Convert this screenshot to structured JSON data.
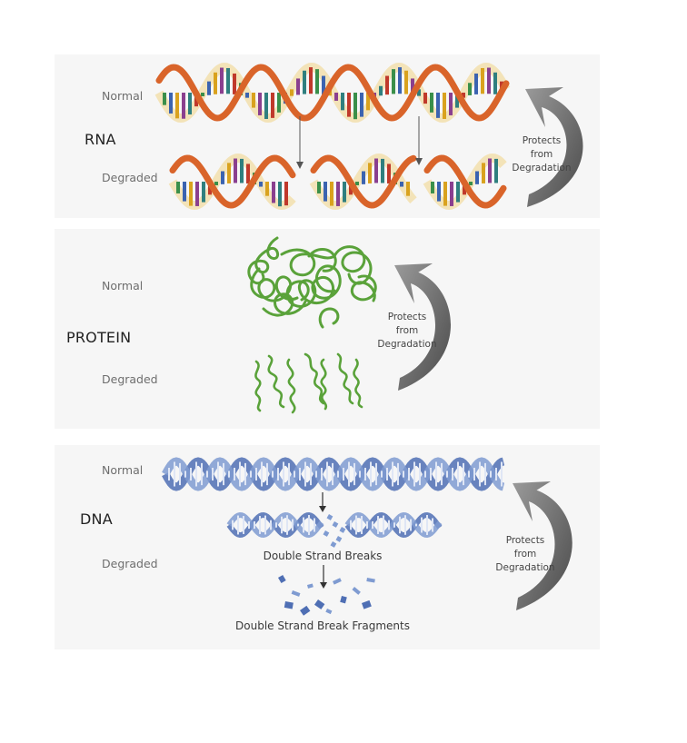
{
  "rna": {
    "heading": "RNA",
    "normal_label": "Normal",
    "degraded_label": "Degraded",
    "protects": [
      "Protects",
      "from",
      "Degradation"
    ]
  },
  "protein": {
    "heading": "PROTEIN",
    "normal_label": "Normal",
    "degraded_label": "Degraded",
    "protects": [
      "Protects",
      "from",
      "Degradation"
    ]
  },
  "dna": {
    "heading": "DNA",
    "normal_label": "Normal",
    "degraded_label": "Degraded",
    "protects": [
      "Protects",
      "from",
      "Degradation"
    ],
    "caption_breaks": "Double Strand Breaks",
    "caption_fragments": "Double Strand Break Fragments"
  },
  "colors": {
    "rna_strand": "#d9642a",
    "rna_backbone": "#f3e3b8",
    "protein_green": "#5aa23a",
    "dna_blue": "#7f9bd1",
    "dna_dark": "#4f6fb4",
    "arrow_gray": "#6f6f6f"
  }
}
